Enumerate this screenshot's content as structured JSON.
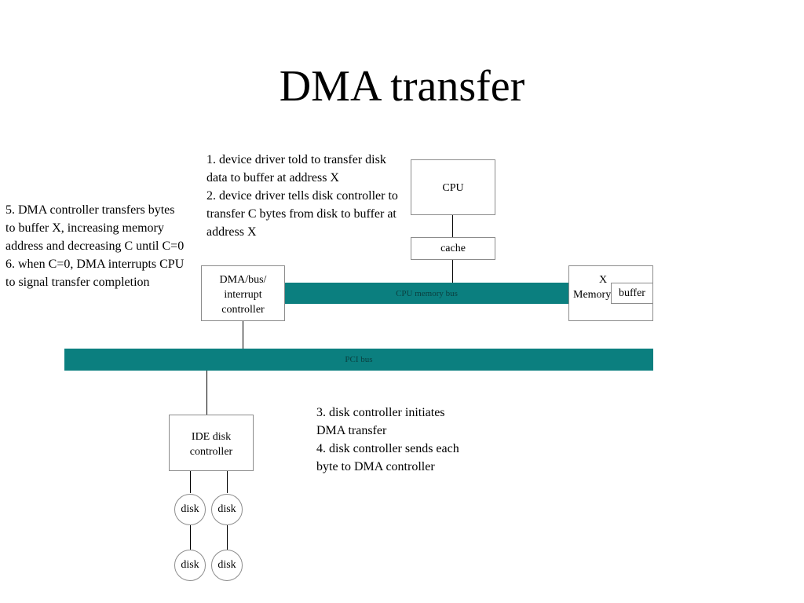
{
  "title": "DMA transfer",
  "notes": {
    "steps_1_2": "1. device driver told to transfer disk\ndata to buffer at address X\n2. device driver tells disk controller to\ntransfer C bytes from disk to buffer at\naddress X",
    "steps_5_6": "5. DMA controller transfers bytes\nto buffer X, increasing memory\naddress and decreasing C until C=0\n6. when C=0, DMA interrupts CPU\nto signal transfer completion",
    "steps_3_4": "3. disk controller initiates\nDMA transfer\n4. disk controller sends each\nbyte to DMA controller"
  },
  "components": {
    "cpu": "CPU",
    "cache": "cache",
    "dma_controller": "DMA/bus/\ninterrupt\ncontroller",
    "memory_x": "X",
    "memory": "Memory",
    "buffer": "buffer",
    "ide_controller": "IDE disk\ncontroller",
    "disks": [
      "disk",
      "disk",
      "disk",
      "disk"
    ]
  },
  "buses": {
    "cpu_memory_bus": "CPU memory bus",
    "pci_bus": "PCI bus"
  },
  "colors": {
    "bus_fill": "#0b7f7f",
    "box_border": "#8c8c8c"
  }
}
